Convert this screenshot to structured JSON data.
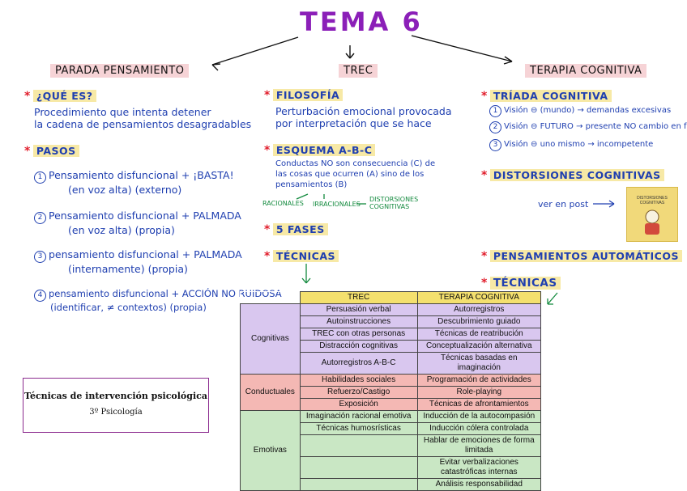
{
  "title": "TEMA 6",
  "left": {
    "header": "PARADA PENSAMIENTO",
    "que_es_title": "¿QUÉ ES?",
    "que_es_text": [
      "Procedimiento que intenta detener",
      "la cadena de pensamientos desagradables"
    ],
    "pasos_title": "PASOS",
    "steps": [
      {
        "num": "1",
        "line1": "Pensamiento disfuncional + ¡BASTA!",
        "line2": "(en voz alta)        (externo)"
      },
      {
        "num": "2",
        "line1": "Pensamiento disfuncional + PALMADA",
        "line2": "(en voz alta)          (propia)"
      },
      {
        "num": "3",
        "line1": "pensamiento disfuncional + PALMADA",
        "line2": "(internamente)          (propia)"
      },
      {
        "num": "4",
        "line1": "pensamiento disfuncional + ACCIÓN NO RUIDOSA",
        "line2": "(identificar, ≠ contextos)  (propia)"
      }
    ]
  },
  "center": {
    "header": "TREC",
    "filosofia_title": "FILOSOFÍA",
    "filosofia_text": [
      "Perturbación emocional provocada",
      "por interpretación que se hace"
    ],
    "esquema_title": "ESQUEMA A-B-C",
    "esquema_text": [
      "Conductas NO son consecuencia (C) de",
      "las cosas que ocurren (A) sino de los",
      "pensamientos (B)"
    ],
    "racionales": "RACIONALES",
    "irracionales": "IRRACIONALES",
    "distorsiones": "DISTORSIONES COGNITIVAS",
    "fases_title": "5 FASES",
    "tecnicas_title": "TÉCNICAS"
  },
  "right": {
    "header": "TERAPIA COGNITIVA",
    "triada_title": "TRÍADA COGNITIVA",
    "triada": [
      {
        "num": "1",
        "text": "Visión ⊖ (mundo) → demandas excesivas"
      },
      {
        "num": "2",
        "text": "Visión ⊖ FUTURO → presente NO cambio en futuro"
      },
      {
        "num": "3",
        "text": "Visión ⊖ uno mismo → incompetente"
      }
    ],
    "distorsiones_title": "DISTORSIONES COGNITIVAS",
    "ver_post": "ver en post",
    "thumb_label": "DISTORSIONES COGNITIVAS",
    "automaticos_title": "PENSAMIENTOS AUTOMÁTICOS",
    "tecnicas_title": "TÉCNICAS"
  },
  "table": {
    "col_trec": "TREC",
    "col_tc": "TERAPIA COGNITIVA",
    "cat_cognitivas": "Cognitivas",
    "cat_conductuales": "Conductuales",
    "cat_emotivas": "Emotivas",
    "cognitivas_rows": [
      [
        "Persuasión verbal",
        "Autorregistros"
      ],
      [
        "Autoinstrucciones",
        "Descubrimiento guiado"
      ],
      [
        "TREC con otras personas",
        "Técnicas de reatribución"
      ],
      [
        "Distracción cognitivas",
        "Conceptualización alternativa"
      ],
      [
        "Autorregistros A-B-C",
        "Técnicas basadas en imaginación"
      ]
    ],
    "conductuales_rows": [
      [
        "Habilidades sociales",
        "Programación de actividades"
      ],
      [
        "Refuerzo/Castigo",
        "Role-playing"
      ],
      [
        "Exposición",
        "Técnicas de afrontamientos"
      ]
    ],
    "emotivas_rows": [
      [
        "Imaginación racional emotiva",
        "Inducción de la autocompasión"
      ],
      [
        "Técnicas humosrísticas",
        "Inducción cólera controlada"
      ],
      [
        "",
        "Hablar de emociones de forma limitada"
      ],
      [
        "",
        "Evitar verbalizaciones catastróficas internas"
      ],
      [
        "",
        "Análisis responsabilidad"
      ]
    ]
  },
  "card": {
    "title": "Técnicas de intervención psicológica",
    "subtitle": "3º Psicología"
  }
}
